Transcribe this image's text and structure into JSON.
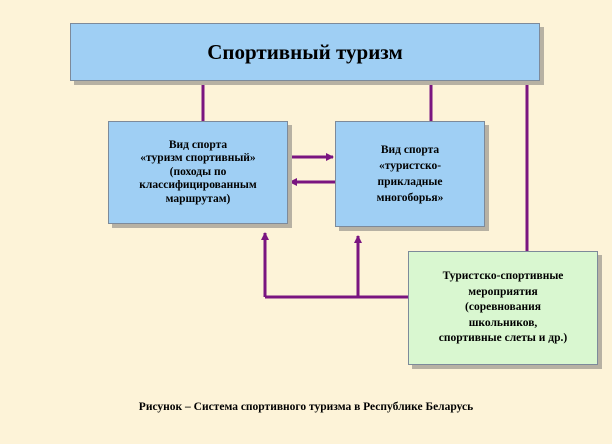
{
  "diagram": {
    "title": "Спортивный туризм",
    "left_box": "Вид спорта\n«туризм спортивный»\n(походы по\nклассифицированным\nмаршрутам)",
    "middle_box": "Вид спорта\n«туристско-\nприкладные\nмногоборья»",
    "right_box": "Туристско-спортивные\nмероприятия\n(соревнования\nшкольников,\nспортивные слеты и др.)",
    "caption": "Рисунок – Система спортивного туризма в Республике Беларусь"
  },
  "colors": {
    "background": "#fdf3d8",
    "blue_box": "#9fcff4",
    "green_box": "#d9f7d0",
    "connector": "#7a1580"
  }
}
